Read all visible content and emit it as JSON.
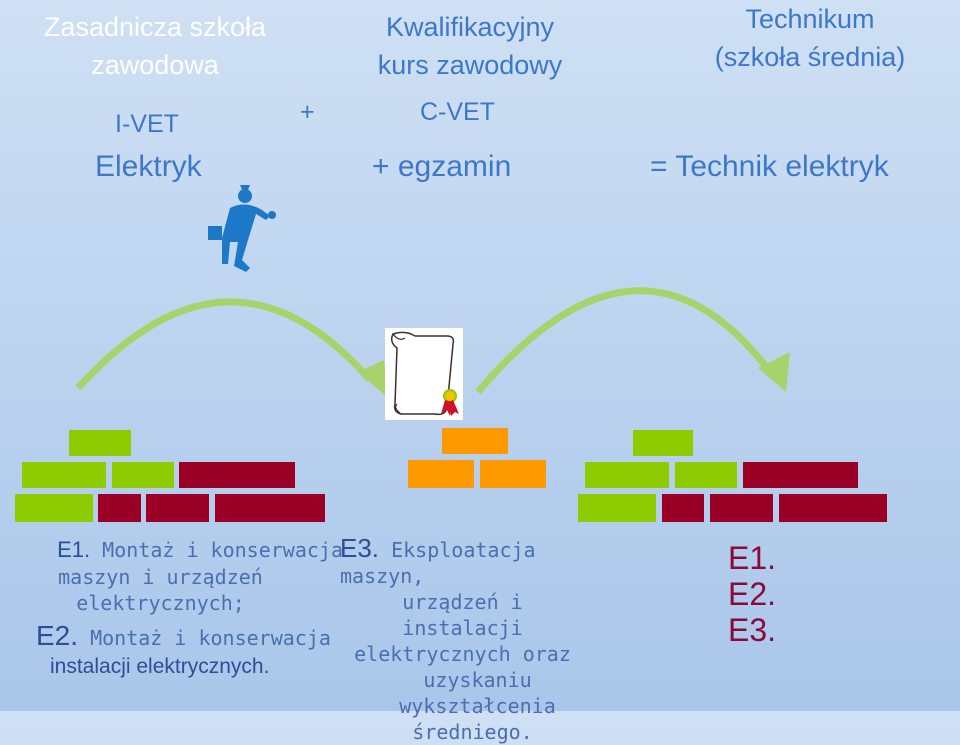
{
  "columns": {
    "left": {
      "title_line1": "Zasadnicza szkoła",
      "title_line2": "zawodowa",
      "label": "I-VET",
      "result": "Elektryk"
    },
    "middle": {
      "title_line1": "Kwalifikacyjny",
      "title_line2": "kurs zawodowy",
      "label": "C-VET",
      "result": "+ egzamin"
    },
    "right": {
      "title_line1": "Technikum",
      "title_line2": "(szkoła średnia)",
      "result": "= Technik elektryk"
    }
  },
  "plus": "+",
  "descriptions": {
    "left_e1_code": "E1.",
    "left_e1_text_a": "Montaż i konserwacja",
    "left_e1_text_b": "maszyn i urządzeń",
    "left_e1_text_c": "elektrycznych;",
    "left_e2_code": "E2.",
    "left_e2_text_a": "Montaż i konserwacja",
    "left_e2_text_b": "instalacji elektrycznych.",
    "middle_e3_code": "E3.",
    "middle_e3_text_a": "Eksploatacja maszyn,",
    "middle_e3_text_b": "urządzeń i instalacji",
    "middle_e3_text_c": "elektrycznych oraz",
    "middle_e3_text_d": "uzyskaniu wykształcenia",
    "middle_e3_text_e": "średniego.",
    "right_codes": [
      "E1.",
      "E2.",
      "E3."
    ]
  },
  "colors": {
    "green": "#8ecb00",
    "red": "#9a0026",
    "orange": "#ff9900",
    "blue_text": "#3d78c8",
    "arrow": "#a8d36a"
  },
  "icons": [
    "walking-person-icon",
    "diploma-scroll-icon",
    "curved-arrow-icon"
  ]
}
